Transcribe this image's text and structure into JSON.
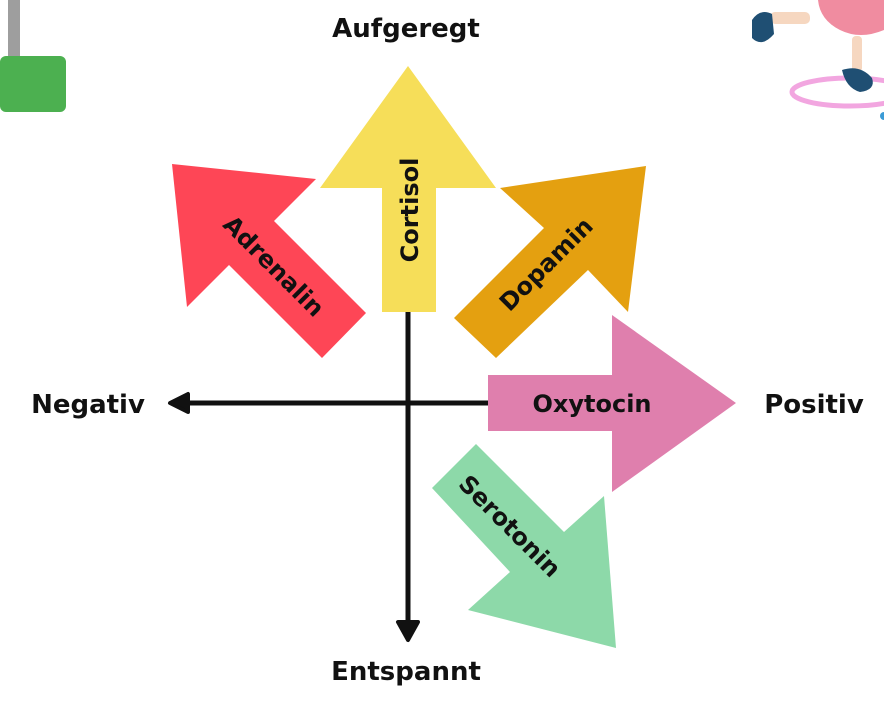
{
  "axes": {
    "top": "Aufgeregt",
    "bottom": "Entspannt",
    "left": "Negativ",
    "right": "Positiv"
  },
  "hormones": {
    "cortisol": "Cortisol",
    "adrenalin": "Adrenalin",
    "dopamin": "Dopamin",
    "oxytocin": "Oxytocin",
    "serotonin": "Serotonin"
  },
  "colors": {
    "cortisol": "#f6de59",
    "adrenalin": "#fe4656",
    "dopamin": "#e4a010",
    "oxytocin": "#df7fad",
    "serotonin": "#8dd9a9",
    "axis": "#111111",
    "corner_bar": "#4cb050",
    "corner_post": "#9e9e9e"
  }
}
